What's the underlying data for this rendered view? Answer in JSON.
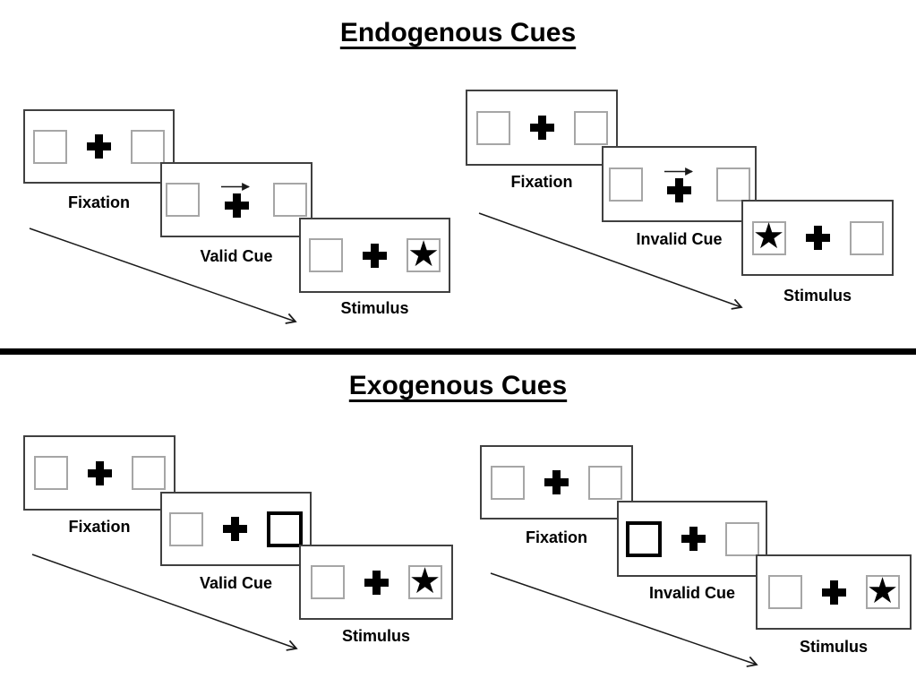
{
  "titles": {
    "endogenous": "Endogenous Cues",
    "exogenous": "Exogenous Cues"
  },
  "glyphs": {
    "star": "★"
  },
  "colors": {
    "ink": "#000000",
    "card_border": "#404040",
    "box_border": "#a6a6a6",
    "arrow": "#1a1a1a",
    "bg": "#ffffff"
  },
  "groups": {
    "endo_valid": {
      "fixation": "Fixation",
      "cue": "Valid Cue",
      "stimulus": "Stimulus"
    },
    "endo_invalid": {
      "fixation": "Fixation",
      "cue": "Invalid Cue",
      "stimulus": "Stimulus"
    },
    "exo_valid": {
      "fixation": "Fixation",
      "cue": "Valid Cue",
      "stimulus": "Stimulus"
    },
    "exo_invalid": {
      "fixation": "Fixation",
      "cue": "Invalid Cue",
      "stimulus": "Stimulus"
    }
  }
}
